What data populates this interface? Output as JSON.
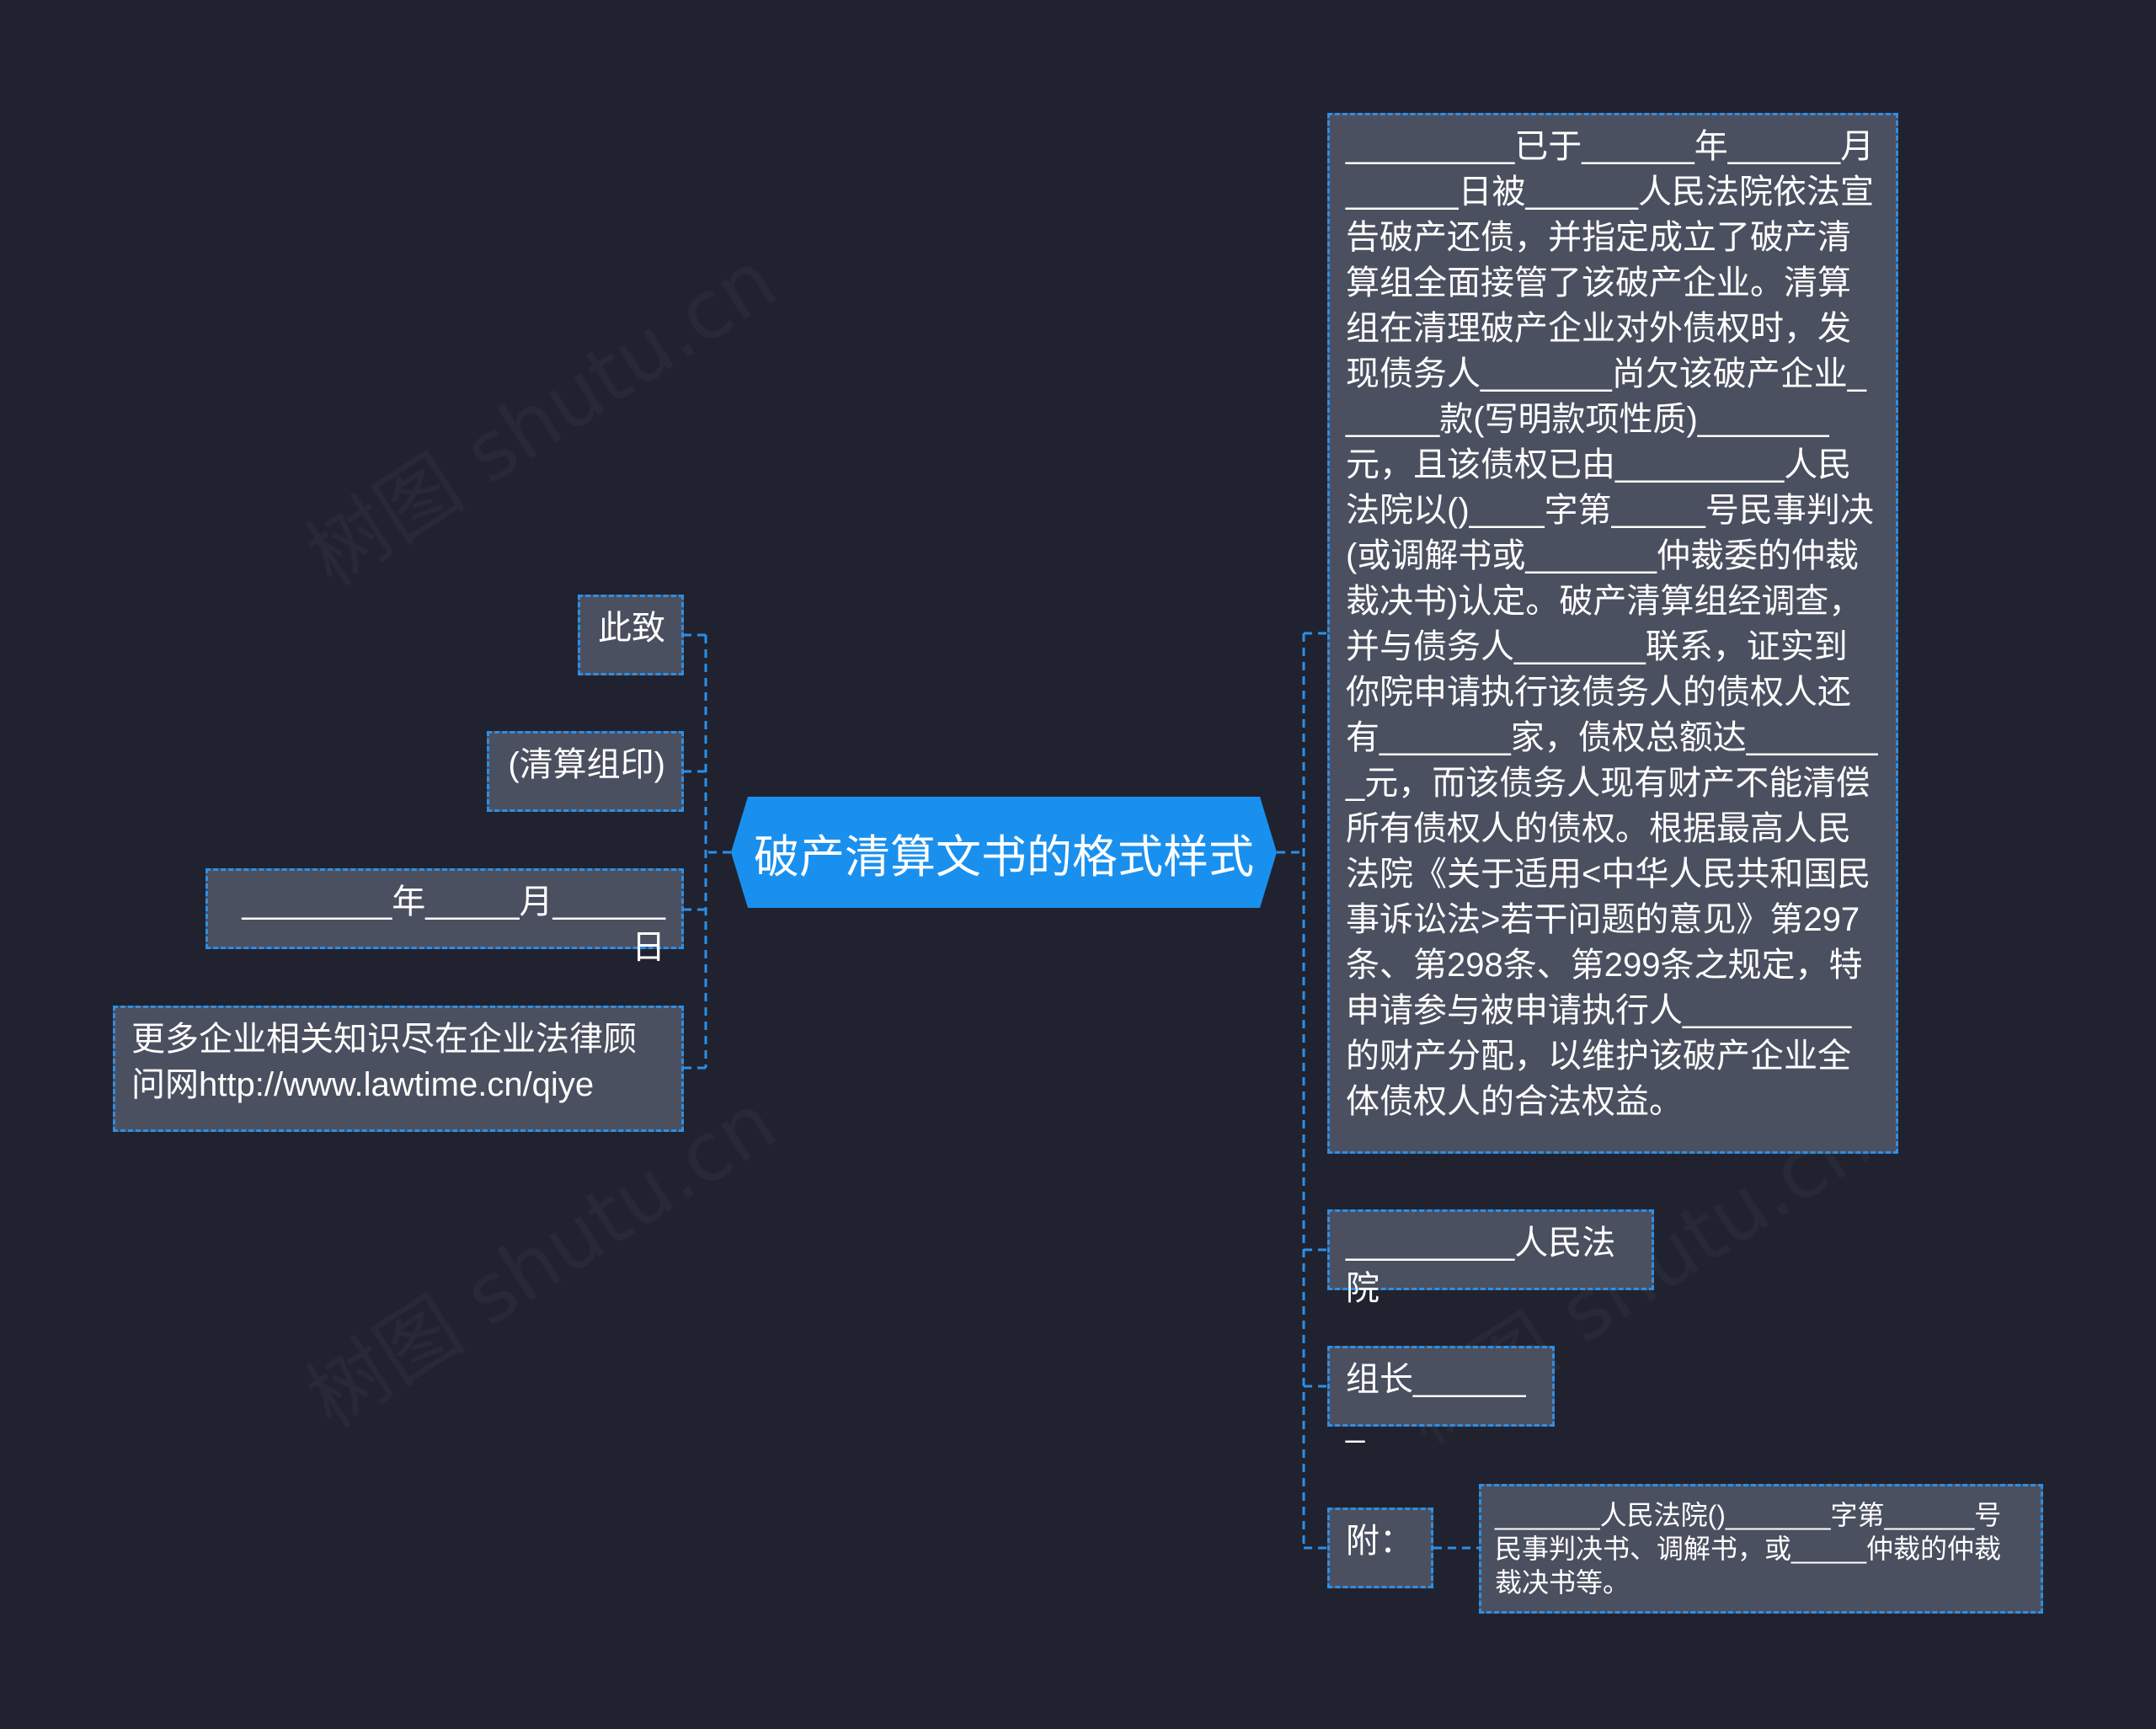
{
  "root": {
    "label": "破产清算文书的格式样式"
  },
  "left_nodes": [
    {
      "text": "此致"
    },
    {
      "text": "(清算组印)"
    },
    {
      "text": "________年_____月______日"
    },
    {
      "text": "更多企业相关知识尽在企业法律顾问网http://www.lawtime.cn/qiye"
    }
  ],
  "right_nodes": [
    {
      "text": "_________已于______年______月______日被______人民法院依法宣告破产还债，并指定成立了破产清算组全面接管了该破产企业。清算组在清理破产企业对外债权时，发现债务人_______尚欠该破产企业______款(写明款项性质)_______元，且该债权已由_________人民法院以()____字第_____号民事判决(或调解书或_______仲裁委的仲裁裁决书)认定。破产清算组经调查，并与债务人_______联系，证实到你院申请执行该债务人的债权人还有_______家，债权总额达________元，而该债务人现有财产不能清偿所有债权人的债权。根据最高人民法院《关于适用<中华人民共和国民事诉讼法>若干问题的意见》第297条、第298条、第299条之规定，特申请参与被申请执行人_________的财产分配，以维护该破产企业全体债权人的合法权益。"
    },
    {
      "text": "_________人民法院"
    },
    {
      "text": "组长_______"
    },
    {
      "text": "附："
    }
  ],
  "attachment_node": {
    "text": "_______人民法院()_______字第______号民事判决书、调解书，或_____仲裁的仲裁裁决书等。"
  },
  "watermark": "树图 shutu.cn",
  "colors": {
    "background": "#20232f",
    "node_fill": "#4b5060",
    "accent": "#1a90ee",
    "border": "#2c8fe8"
  }
}
